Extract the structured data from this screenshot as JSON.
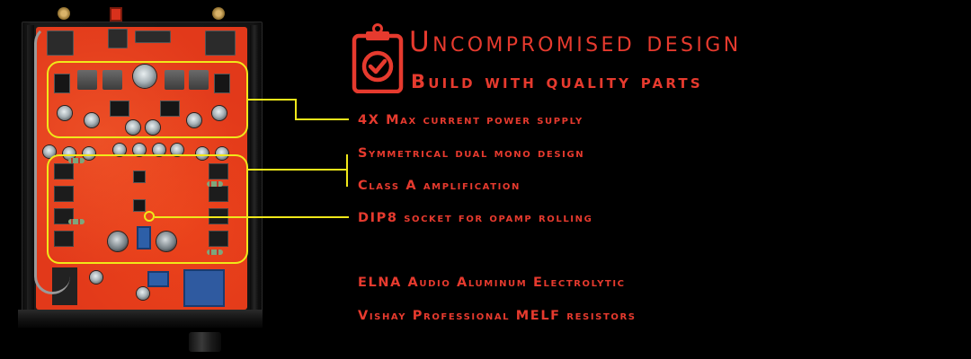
{
  "header": {
    "icon": "clipboard-check-icon",
    "title": "Uncompromised design",
    "subtitle": "Build with quality parts"
  },
  "features": [
    {
      "label": "4X Max current power supply",
      "callout": "power-supply-section"
    },
    {
      "label": "Symmetrical dual mono design",
      "callout": "amplifier-section"
    },
    {
      "label": "Class A amplification",
      "callout": "amplifier-section"
    },
    {
      "label": "DIP8 socket for opamp rolling",
      "callout": "opamp-socket"
    }
  ],
  "components": [
    {
      "label": "ELNA Audio Aluminum Electrolytic"
    },
    {
      "label": "Vishay Professional MELF resistors"
    }
  ],
  "colors": {
    "text_accent": "#e63a2e",
    "callout_yellow": "#f0e81a",
    "background": "#000000",
    "pcb_red": "#e2391a"
  }
}
